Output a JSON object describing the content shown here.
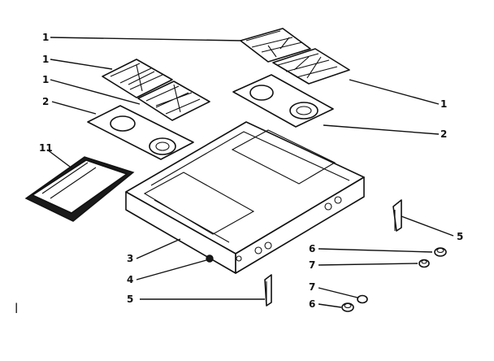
{
  "diagram": {
    "labels": {
      "grate_top_left": "1",
      "grate_upper_left": "1",
      "grate_mid_left": "1",
      "grate_right": "1",
      "burner_top_left": "2",
      "burner_top_right": "2",
      "main_top": "3",
      "screw": "4",
      "bracket_left": "5",
      "bracket_right": "5",
      "knob_a": "6",
      "knob_b": "6",
      "knob_stem_a": "7",
      "knob_stem_b": "7",
      "glass_panel": "11"
    },
    "margin_mark": "|"
  }
}
